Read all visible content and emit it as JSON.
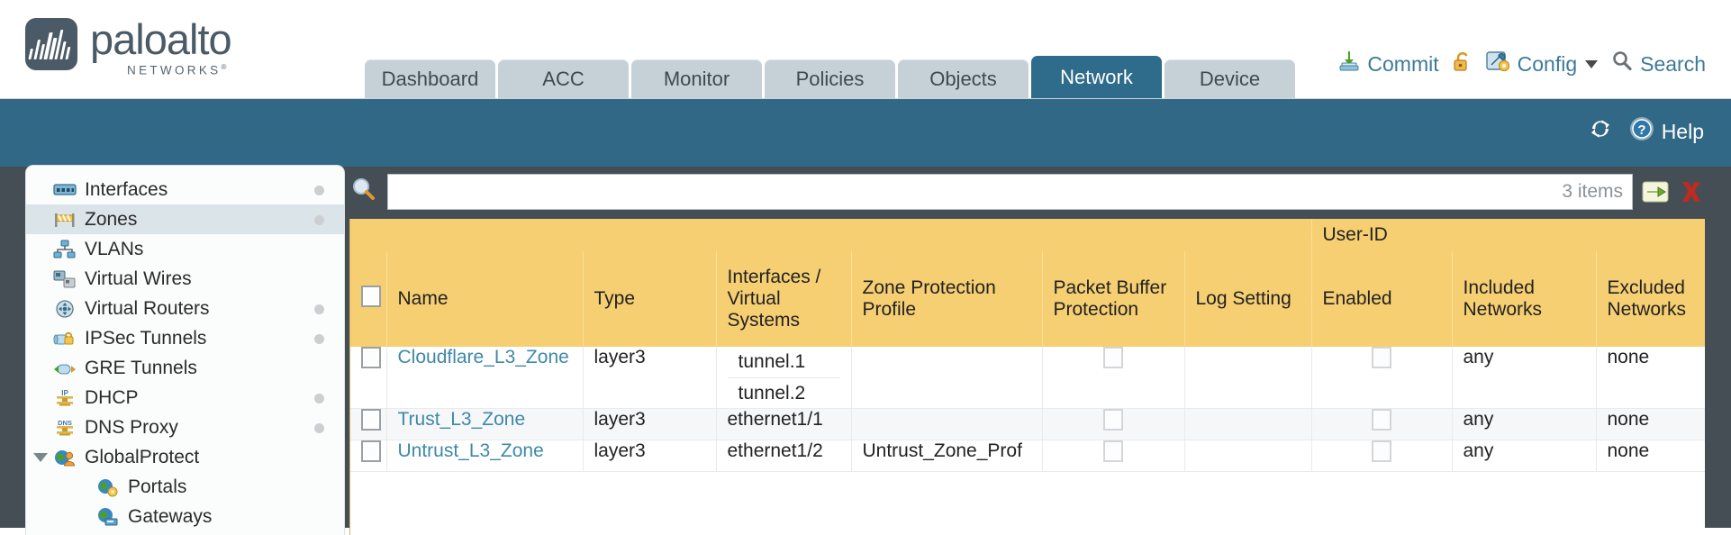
{
  "brand": {
    "name": "paloalto",
    "tagline": "NETWORKS",
    "registered": "®"
  },
  "nav": {
    "tabs": [
      {
        "label": "Dashboard",
        "active": false
      },
      {
        "label": "ACC",
        "active": false
      },
      {
        "label": "Monitor",
        "active": false
      },
      {
        "label": "Policies",
        "active": false
      },
      {
        "label": "Objects",
        "active": false
      },
      {
        "label": "Network",
        "active": true
      },
      {
        "label": "Device",
        "active": false
      }
    ],
    "actions": [
      {
        "label": "Commit",
        "icon": "commit-icon"
      },
      {
        "label": "",
        "icon": "lock-icon"
      },
      {
        "label": "Config",
        "icon": "config-wrench-icon",
        "has_caret": true
      },
      {
        "label": "Search",
        "icon": "search-magnifier-icon"
      }
    ]
  },
  "blueband": {
    "refresh_label": "",
    "help_label": "Help"
  },
  "sidebar": {
    "items": [
      {
        "label": "Interfaces",
        "icon": "interfaces-icon",
        "selected": false,
        "dot": true,
        "child": false,
        "expander": false
      },
      {
        "label": "Zones",
        "icon": "zones-icon",
        "selected": true,
        "dot": true,
        "child": false,
        "expander": false
      },
      {
        "label": "VLANs",
        "icon": "vlans-icon",
        "selected": false,
        "dot": false,
        "child": false,
        "expander": false
      },
      {
        "label": "Virtual Wires",
        "icon": "virtual-wires-icon",
        "selected": false,
        "dot": false,
        "child": false,
        "expander": false
      },
      {
        "label": "Virtual Routers",
        "icon": "virtual-routers-icon",
        "selected": false,
        "dot": true,
        "child": false,
        "expander": false
      },
      {
        "label": "IPSec Tunnels",
        "icon": "ipsec-tunnels-icon",
        "selected": false,
        "dot": true,
        "child": false,
        "expander": false
      },
      {
        "label": "GRE Tunnels",
        "icon": "gre-tunnels-icon",
        "selected": false,
        "dot": false,
        "child": false,
        "expander": false
      },
      {
        "label": "DHCP",
        "icon": "dhcp-icon",
        "selected": false,
        "dot": true,
        "child": false,
        "expander": false
      },
      {
        "label": "DNS Proxy",
        "icon": "dns-proxy-icon",
        "selected": false,
        "dot": true,
        "child": false,
        "expander": false
      },
      {
        "label": "GlobalProtect",
        "icon": "globalprotect-icon",
        "selected": false,
        "dot": false,
        "child": false,
        "expander": true
      },
      {
        "label": "Portals",
        "icon": "portals-icon",
        "selected": false,
        "dot": false,
        "child": true,
        "expander": false
      },
      {
        "label": "Gateways",
        "icon": "gateways-icon",
        "selected": false,
        "dot": false,
        "child": true,
        "expander": false
      }
    ]
  },
  "search": {
    "value": "",
    "placeholder": "",
    "item_count": "3 items",
    "apply_icon": "green-arrow-icon",
    "clear_icon": "red-x-icon"
  },
  "table": {
    "group_header": {
      "label": "User-ID",
      "spans": 3
    },
    "columns": [
      "Name",
      "Type",
      "Interfaces / Virtual Systems",
      "Zone Protection Profile",
      "Packet Buffer Protection",
      "Log Setting",
      "Enabled",
      "Included Networks",
      "Excluded Networks"
    ],
    "columns_display": {
      "name": "Name",
      "type": "Type",
      "interfaces": "Interfaces / Virtual Systems",
      "zone_protection": "Zone Protection Profile",
      "packet_buffer": "Packet Buffer Protection",
      "log_setting": "Log Setting",
      "userid_enabled": "Enabled",
      "included_networks": "Included Networks",
      "excluded_networks": "Excluded Networks"
    },
    "select_all_checked": false,
    "rows": [
      {
        "selected": false,
        "name": "Cloudflare_L3_Zone",
        "type": "layer3",
        "interfaces": [
          "tunnel.1",
          "tunnel.2"
        ],
        "zone_protection_profile": "",
        "packet_buffer_protection": false,
        "log_setting": "",
        "userid_enabled": false,
        "included_networks": "any",
        "excluded_networks": "none"
      },
      {
        "selected": false,
        "name": "Trust_L3_Zone",
        "type": "layer3",
        "interfaces": [
          "ethernet1/1"
        ],
        "zone_protection_profile": "",
        "packet_buffer_protection": false,
        "log_setting": "",
        "userid_enabled": false,
        "included_networks": "any",
        "excluded_networks": "none"
      },
      {
        "selected": false,
        "name": "Untrust_L3_Zone",
        "type": "layer3",
        "interfaces": [
          "ethernet1/2"
        ],
        "zone_protection_profile": "Untrust_Zone_Prof",
        "packet_buffer_protection": false,
        "log_setting": "",
        "userid_enabled": false,
        "included_networks": "any",
        "excluded_networks": "none"
      }
    ]
  },
  "colors": {
    "brand_blue": "#316886",
    "active_tab": "#2f6b8a",
    "tab_inactive": "#c5d1d6",
    "body_dark": "#454e55",
    "table_header_gold": "#f6cf73",
    "group_header_gold": "#e6b950",
    "link_teal": "#3d89a8",
    "alt_row": "#f6f7f8"
  }
}
